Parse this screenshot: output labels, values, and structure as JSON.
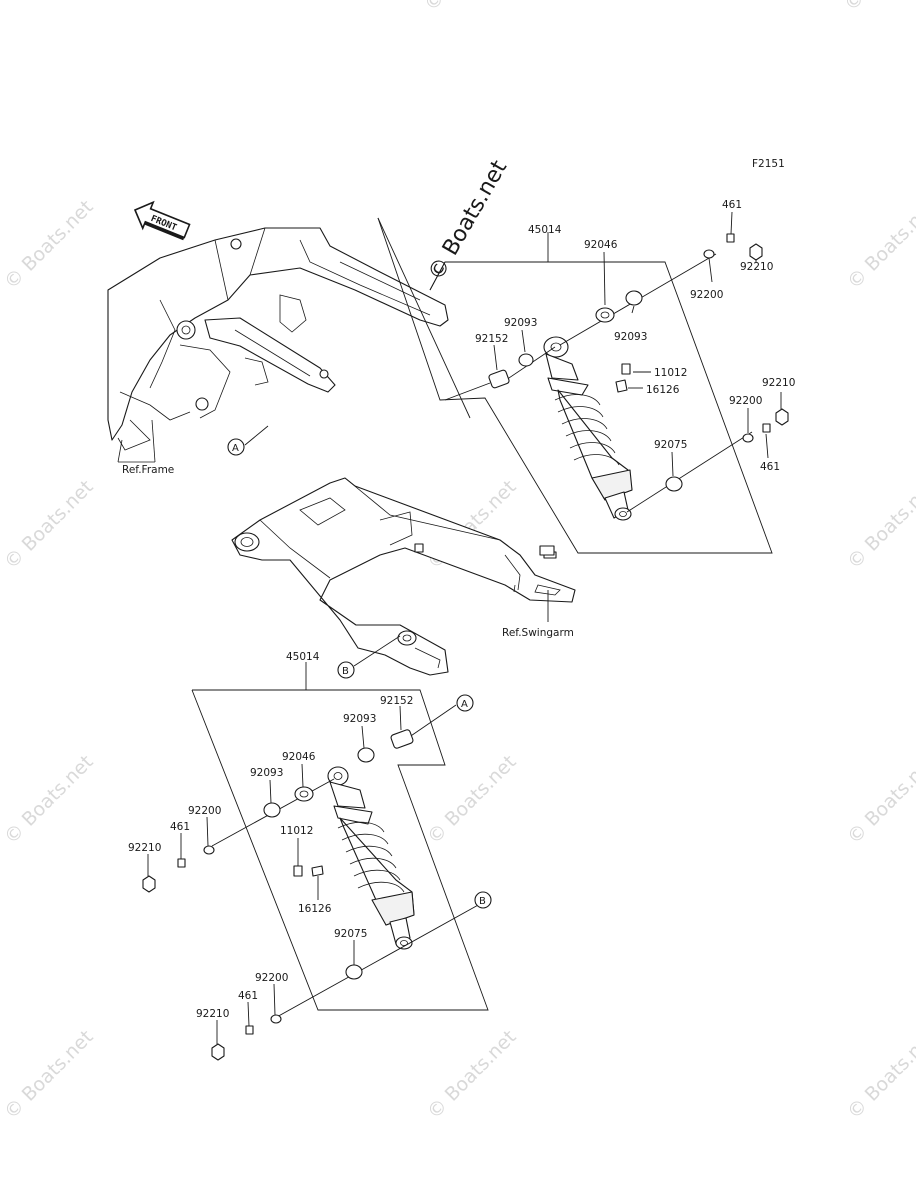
{
  "diagram": {
    "code": "F2151",
    "watermark": "© Boats.net",
    "watermark_main": "© Boats.net",
    "front_arrow_label": "FRONT",
    "ref_frame": "Ref.Frame",
    "ref_swingarm": "Ref.Swingarm",
    "callouts": {
      "a": "A",
      "b": "B"
    },
    "upper_assembly": {
      "shock": "45014",
      "collar_long": "92152",
      "collar_left": "92093",
      "bushing": "92046",
      "collar_right": "92093",
      "grease_nipple": "11012",
      "cap": "16126",
      "washer_top": "92200",
      "nut_small_top": "461",
      "nut_top": "92210",
      "washer_bottom": "92200",
      "nut_bottom": "92210",
      "nut_small_bottom": "461",
      "bushing_bottom": "92075"
    },
    "lower_assembly": {
      "shock": "45014",
      "collar_long": "92152",
      "collar_right": "92093",
      "bushing": "92046",
      "collar_left": "92093",
      "washer_top": "92200",
      "nut_small_top": "461",
      "nut_top": "92210",
      "grease_nipple": "11012",
      "cap": "16126",
      "bushing_bottom": "92075",
      "washer_bottom": "92200",
      "nut_small_bottom": "461",
      "nut_bottom": "92210"
    }
  }
}
